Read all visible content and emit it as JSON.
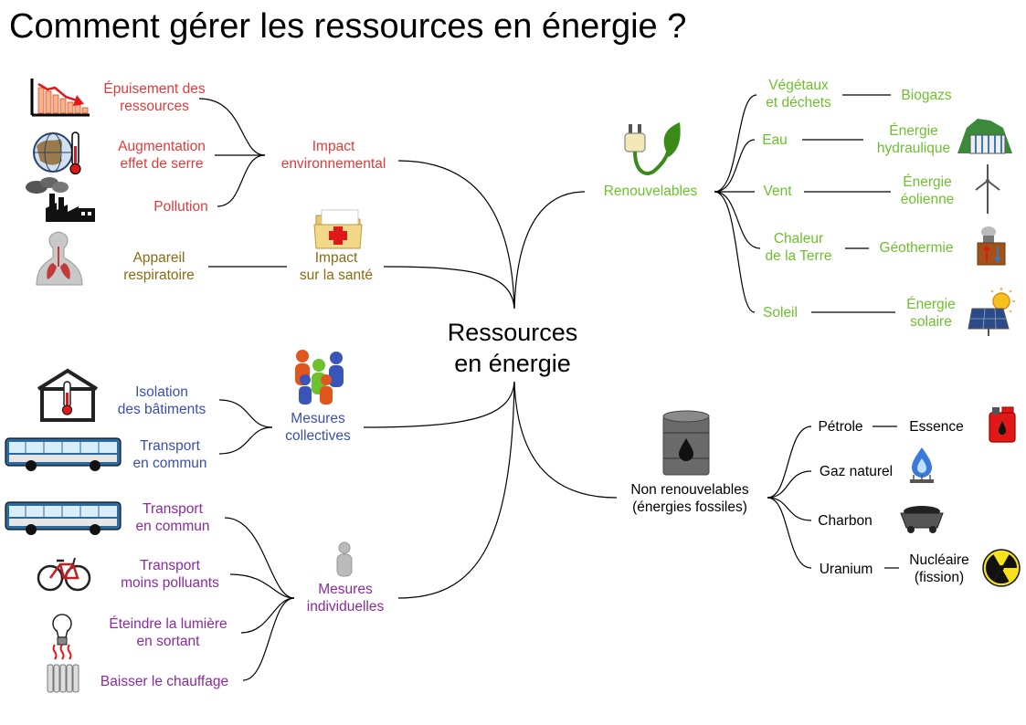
{
  "title": "Comment gérer les ressources en énergie ?",
  "center": {
    "line1": "Ressources",
    "line2": "en énergie"
  },
  "environment": {
    "label1": "Impact",
    "label2": "environnemental",
    "items": {
      "epuisement": {
        "l1": "Épuisement des",
        "l2": "ressources"
      },
      "serre": {
        "l1": "Augmentation",
        "l2": "effet de serre"
      },
      "pollution": {
        "l1": "Pollution"
      }
    }
  },
  "health": {
    "label1": "Impact",
    "label2": "sur la santé",
    "item": {
      "l1": "Appareil",
      "l2": "respiratoire"
    }
  },
  "collective": {
    "label1": "Mesures",
    "label2": "collectives",
    "items": {
      "isolation": {
        "l1": "Isolation",
        "l2": "des bâtiments"
      },
      "transport": {
        "l1": "Transport",
        "l2": "en commun"
      }
    }
  },
  "individual": {
    "label1": "Mesures",
    "label2": "individuelles",
    "items": {
      "transport": {
        "l1": "Transport",
        "l2": "en commun"
      },
      "moins": {
        "l1": "Transport",
        "l2": "moins polluants"
      },
      "lumiere": {
        "l1": "Éteindre la lumière",
        "l2": "en sortant"
      },
      "chauffage": {
        "l1": "Baisser le chauffage"
      }
    }
  },
  "renewable": {
    "label": "Renouvelables",
    "items": {
      "vegetaux": {
        "l1": "Végétaux",
        "l2": "et déchets",
        "result": {
          "l1": "Biogazs"
        }
      },
      "eau": {
        "l1": "Eau",
        "result": {
          "l1": "Énergie",
          "l2": "hydraulique"
        }
      },
      "vent": {
        "l1": "Vent",
        "result": {
          "l1": "Énergie",
          "l2": "éolienne"
        }
      },
      "chaleur": {
        "l1": "Chaleur",
        "l2": "de la Terre",
        "result": {
          "l1": "Géothermie"
        }
      },
      "soleil": {
        "l1": "Soleil",
        "result": {
          "l1": "Énergie",
          "l2": "solaire"
        }
      }
    }
  },
  "nonrenewable": {
    "label1": "Non renouvelables",
    "label2": "(énergies fossiles)",
    "items": {
      "petrole": {
        "l1": "Pétrole",
        "result": {
          "l1": "Essence"
        }
      },
      "gaz": {
        "l1": "Gaz naturel"
      },
      "charbon": {
        "l1": "Charbon"
      },
      "uranium": {
        "l1": "Uranium",
        "result": {
          "l1": "Nucléaire",
          "l2": "(fission)"
        }
      }
    }
  },
  "colors": {
    "environment": "#e23a3a",
    "health": "#8a6a12",
    "collective": "#3a4eb0",
    "individual": "#8a2aa0",
    "renewable": "#6cc12c",
    "nonrenewable": "#000000"
  },
  "icons": [
    "declining-chart-icon",
    "globe-thermometer-icon",
    "factory-pollution-icon",
    "lungs-icon",
    "medical-folder-icon",
    "house-thermometer-icon",
    "bus-icon",
    "people-group-icon",
    "bicycle-icon",
    "light-bulb-icon",
    "radiator-icon",
    "person-icon",
    "plug-leaf-icon",
    "dam-icon",
    "wind-turbine-icon",
    "geothermal-icon",
    "solar-panel-icon",
    "oil-barrel-icon",
    "jerrycan-icon",
    "gas-flame-icon",
    "coal-cart-icon",
    "radiation-icon"
  ]
}
